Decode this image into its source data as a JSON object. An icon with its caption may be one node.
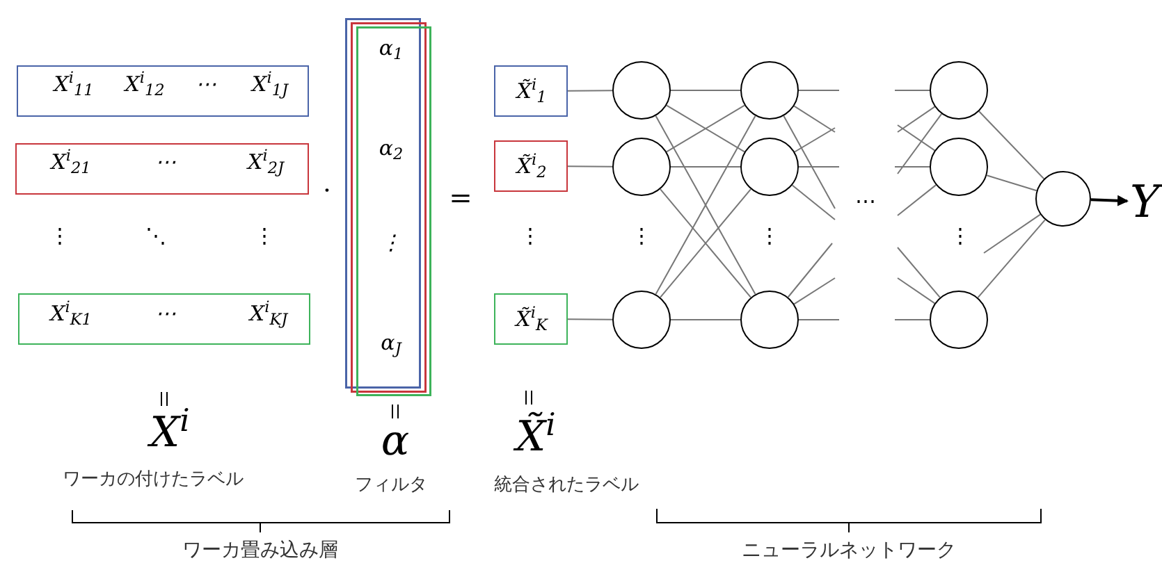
{
  "diagram": {
    "nodes": [
      {
        "text": [
          "X$^{i}$$_{11}$",
          "X$^{i}$$_{12}$",
          "⋯",
          "X$^{i}$$_{1J}$"
        ]
      },
      {
        "text": [
          "X$^{i}$$_{21}$",
          "⋯",
          "X$^{i}$$_{2J}$"
        ]
      },
      {
        "text": [
          "X$^{i}$$_{K1}$",
          "⋯",
          "X$^{i}$$_{KJ}$"
        ]
      },
      {
        "text": [
          "α$_{1}$",
          "α$_{2}$",
          "⋮",
          "α$_{J}$"
        ]
      },
      {
        "text": [
          "X̃$^{i}$$_{1}$"
        ]
      },
      {
        "text": [
          "X̃$^{i}$$_{2}$"
        ]
      },
      {
        "text": [
          "X̃$^{i}$$_{K}$"
        ]
      },
      {
        "text": [],
        "shape": "circle"
      },
      {
        "text": [],
        "shape": "circle"
      },
      {
        "text": [],
        "shape": "circle"
      },
      {
        "text": [],
        "shape": "circle"
      },
      {
        "text": [],
        "shape": "circle"
      },
      {
        "text": [],
        "shape": "circle"
      },
      {
        "text": [],
        "shape": "circle"
      },
      {
        "text": [],
        "shape": "circle"
      },
      {
        "text": [],
        "shape": "circle"
      },
      {
        "text": [],
        "shape": "circle"
      },
      {
        "text": [
          "Y"
        ]
      }
    ],
    "edges": [
      {
        "from": 4,
        "to": 7,
        "arrow": "none"
      },
      {
        "from": 5,
        "to": 8,
        "arrow": "none"
      },
      {
        "from": 6,
        "to": 9,
        "arrow": "none"
      },
      {
        "from": 7,
        "to": 10,
        "arrow": "none"
      },
      {
        "from": 7,
        "to": 11,
        "arrow": "none"
      },
      {
        "from": 7,
        "to": 12,
        "arrow": "none"
      },
      {
        "from": 8,
        "to": 10,
        "arrow": "none"
      },
      {
        "from": 8,
        "to": 11,
        "arrow": "none"
      },
      {
        "from": 8,
        "to": 12,
        "arrow": "none"
      },
      {
        "from": 9,
        "to": 10,
        "arrow": "none"
      },
      {
        "from": 9,
        "to": 11,
        "arrow": "none"
      },
      {
        "from": 9,
        "to": 12,
        "arrow": "none"
      },
      {
        "from": 10,
        "to": null,
        "arrow": "none"
      },
      {
        "from": 10,
        "to": null,
        "arrow": "none"
      },
      {
        "from": 10,
        "to": null,
        "arrow": "none"
      },
      {
        "from": 11,
        "to": null,
        "arrow": "none"
      },
      {
        "from": 11,
        "to": null,
        "arrow": "none"
      },
      {
        "from": 11,
        "to": null,
        "arrow": "none"
      },
      {
        "from": 12,
        "to": null,
        "arrow": "none"
      },
      {
        "from": 12,
        "to": null,
        "arrow": "none"
      },
      {
        "from": 12,
        "to": null,
        "arrow": "none"
      },
      {
        "from": null,
        "to": 13,
        "arrow": "none"
      },
      {
        "from": null,
        "to": 13,
        "arrow": "none"
      },
      {
        "from": null,
        "to": 13,
        "arrow": "none"
      },
      {
        "from": null,
        "to": 14,
        "arrow": "none"
      },
      {
        "from": null,
        "to": 14,
        "arrow": "none"
      },
      {
        "from": null,
        "to": 14,
        "arrow": "none"
      },
      {
        "from": null,
        "to": 15,
        "arrow": "none"
      },
      {
        "from": null,
        "to": 15,
        "arrow": "none"
      },
      {
        "from": null,
        "to": 15,
        "arrow": "none"
      },
      {
        "from": 13,
        "to": 16,
        "arrow": "none"
      },
      {
        "from": 14,
        "to": 16,
        "arrow": "none"
      },
      {
        "from": 15,
        "to": 16,
        "arrow": "none"
      },
      {
        "from": null,
        "to": 16,
        "arrow": "none"
      },
      {
        "from": 16,
        "to": 17,
        "arrow": "to",
        "color": "#000000"
      }
    ],
    "labels": [
      "⋮",
      "⋱",
      "⋮",
      "·",
      "=",
      "⋮",
      "⋮",
      "⋮",
      "⋯",
      "⋮",
      "X$^{i}$",
      "ワーカの付けたラベル",
      "α",
      "フィルタ",
      "X̃$^{i}$",
      "統合されたラベル",
      "ワーカ畳み込み層",
      "ニューラルネットワーク"
    ]
  }
}
